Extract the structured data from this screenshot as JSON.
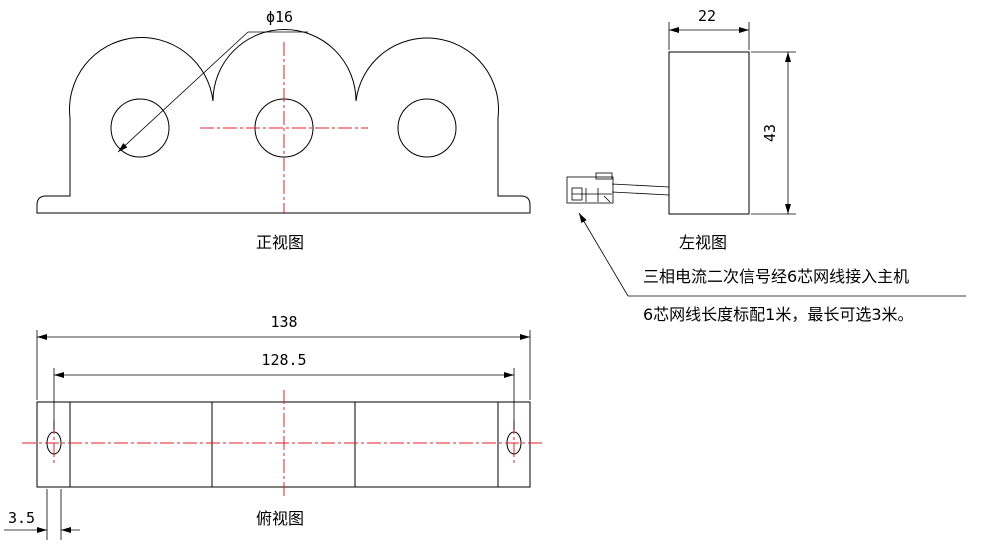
{
  "views": {
    "front_label": "正视图",
    "left_label": "左视图",
    "top_label": "俯视图"
  },
  "dimensions": {
    "hole_diameter": "ϕ16",
    "depth": "22",
    "height": "43",
    "overall_length": "138",
    "mount_spacing": "128.5",
    "edge_offset": "3.5"
  },
  "notes": {
    "connection": "三相电流二次信号经6芯网线接入主机",
    "cable": "6芯网线长度标配1米，最长可选3米。"
  },
  "colors": {
    "outline": "#000000",
    "centerline": "#e0202a"
  }
}
